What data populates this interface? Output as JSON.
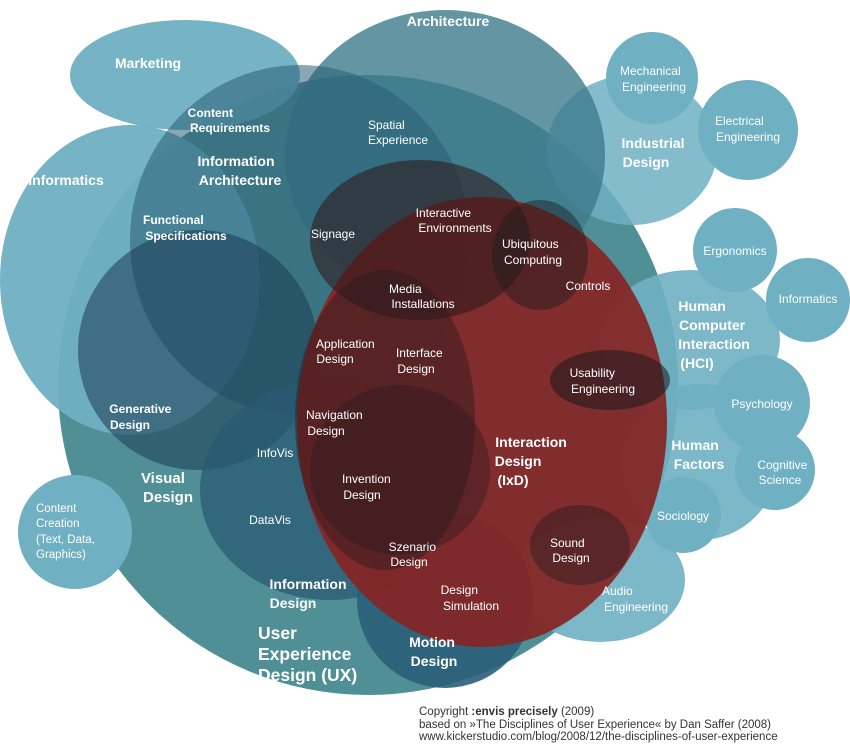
{
  "colors": {
    "outer_teal": "#4f8f95",
    "light_blue": "#6fb0c2",
    "mid_blue": "#2f6a7f",
    "dark_navy": "#1b3d54",
    "ixd_red": "#852424",
    "text": "#ffffff",
    "credit_text": "#333333"
  },
  "labels": {
    "architecture": "Architecture",
    "marketing": "Marketing",
    "content_req_1": "Content",
    "content_req_2": "Requirements",
    "spatial_1": "Spatial",
    "spatial_2": "Experience",
    "info_arch_1": "Information",
    "info_arch_2": "Architecture",
    "informatics_left": "Informatics",
    "functional_1": "Functional",
    "functional_2": "Specifications",
    "signage": "Signage",
    "interactive_env_1": "Interactive",
    "interactive_env_2": "Environments",
    "ubiquitous_1": "Ubiquitous",
    "ubiquitous_2": "Computing",
    "controls": "Controls",
    "media_inst_1": "Media",
    "media_inst_2": "Installations",
    "application_1": "Application",
    "application_2": "Design",
    "interface_1": "Interface",
    "interface_2": "Design",
    "usability_1": "Usability",
    "usability_2": "Engineering",
    "generative_1": "Generative",
    "generative_2": "Design",
    "navigation_1": "Navigation",
    "navigation_2": "Design",
    "infovis": "InfoVis",
    "invention_1": "Invention",
    "invention_2": "Design",
    "ixd_1": "Interaction",
    "ixd_2": "Design",
    "ixd_3": "(IxD)",
    "visual_1": "Visual",
    "visual_2": "Design",
    "datavis": "DataVis",
    "content_creation_1": "Content",
    "content_creation_2": "Creation",
    "content_creation_3": "(Text, Data,",
    "content_creation_4": "Graphics)",
    "szenario_1": "Szenario",
    "szenario_2": "Design",
    "sound_1": "Sound",
    "sound_2": "Design",
    "info_design_1": "Information",
    "info_design_2": "Design",
    "design_sim_1": "Design",
    "design_sim_2": "Simulation",
    "audio_1": "Audio",
    "audio_2": "Engineering",
    "ux_1": "User",
    "ux_2": "Experience",
    "ux_3": "Design (UX)",
    "motion_1": "Motion",
    "motion_2": "Design",
    "mechanical_1": "Mechanical",
    "mechanical_2": "Engineering",
    "electrical_1": "Electrical",
    "electrical_2": "Engineering",
    "industrial_1": "Industrial",
    "industrial_2": "Design",
    "ergonomics": "Ergonomics",
    "informatics_right": "Informatics",
    "hci_1": "Human",
    "hci_2": "Computer",
    "hci_3": "Interaction",
    "hci_4": "(HCI)",
    "psychology": "Psychology",
    "human_factors_1": "Human",
    "human_factors_2": "Factors",
    "cognitive_1": "Cognitive",
    "cognitive_2": "Science",
    "sociology": "Sociology"
  },
  "credits": {
    "copyright_prefix": "Copyright",
    "brand": ":envis precisely",
    "year": "(2009)",
    "based_on": "based on »The Disciplines of User Experience« by Dan Saffer (2008)",
    "url": "www.kickerstudio.com/blog/2008/12/the-disciplines-of-user-experience"
  }
}
